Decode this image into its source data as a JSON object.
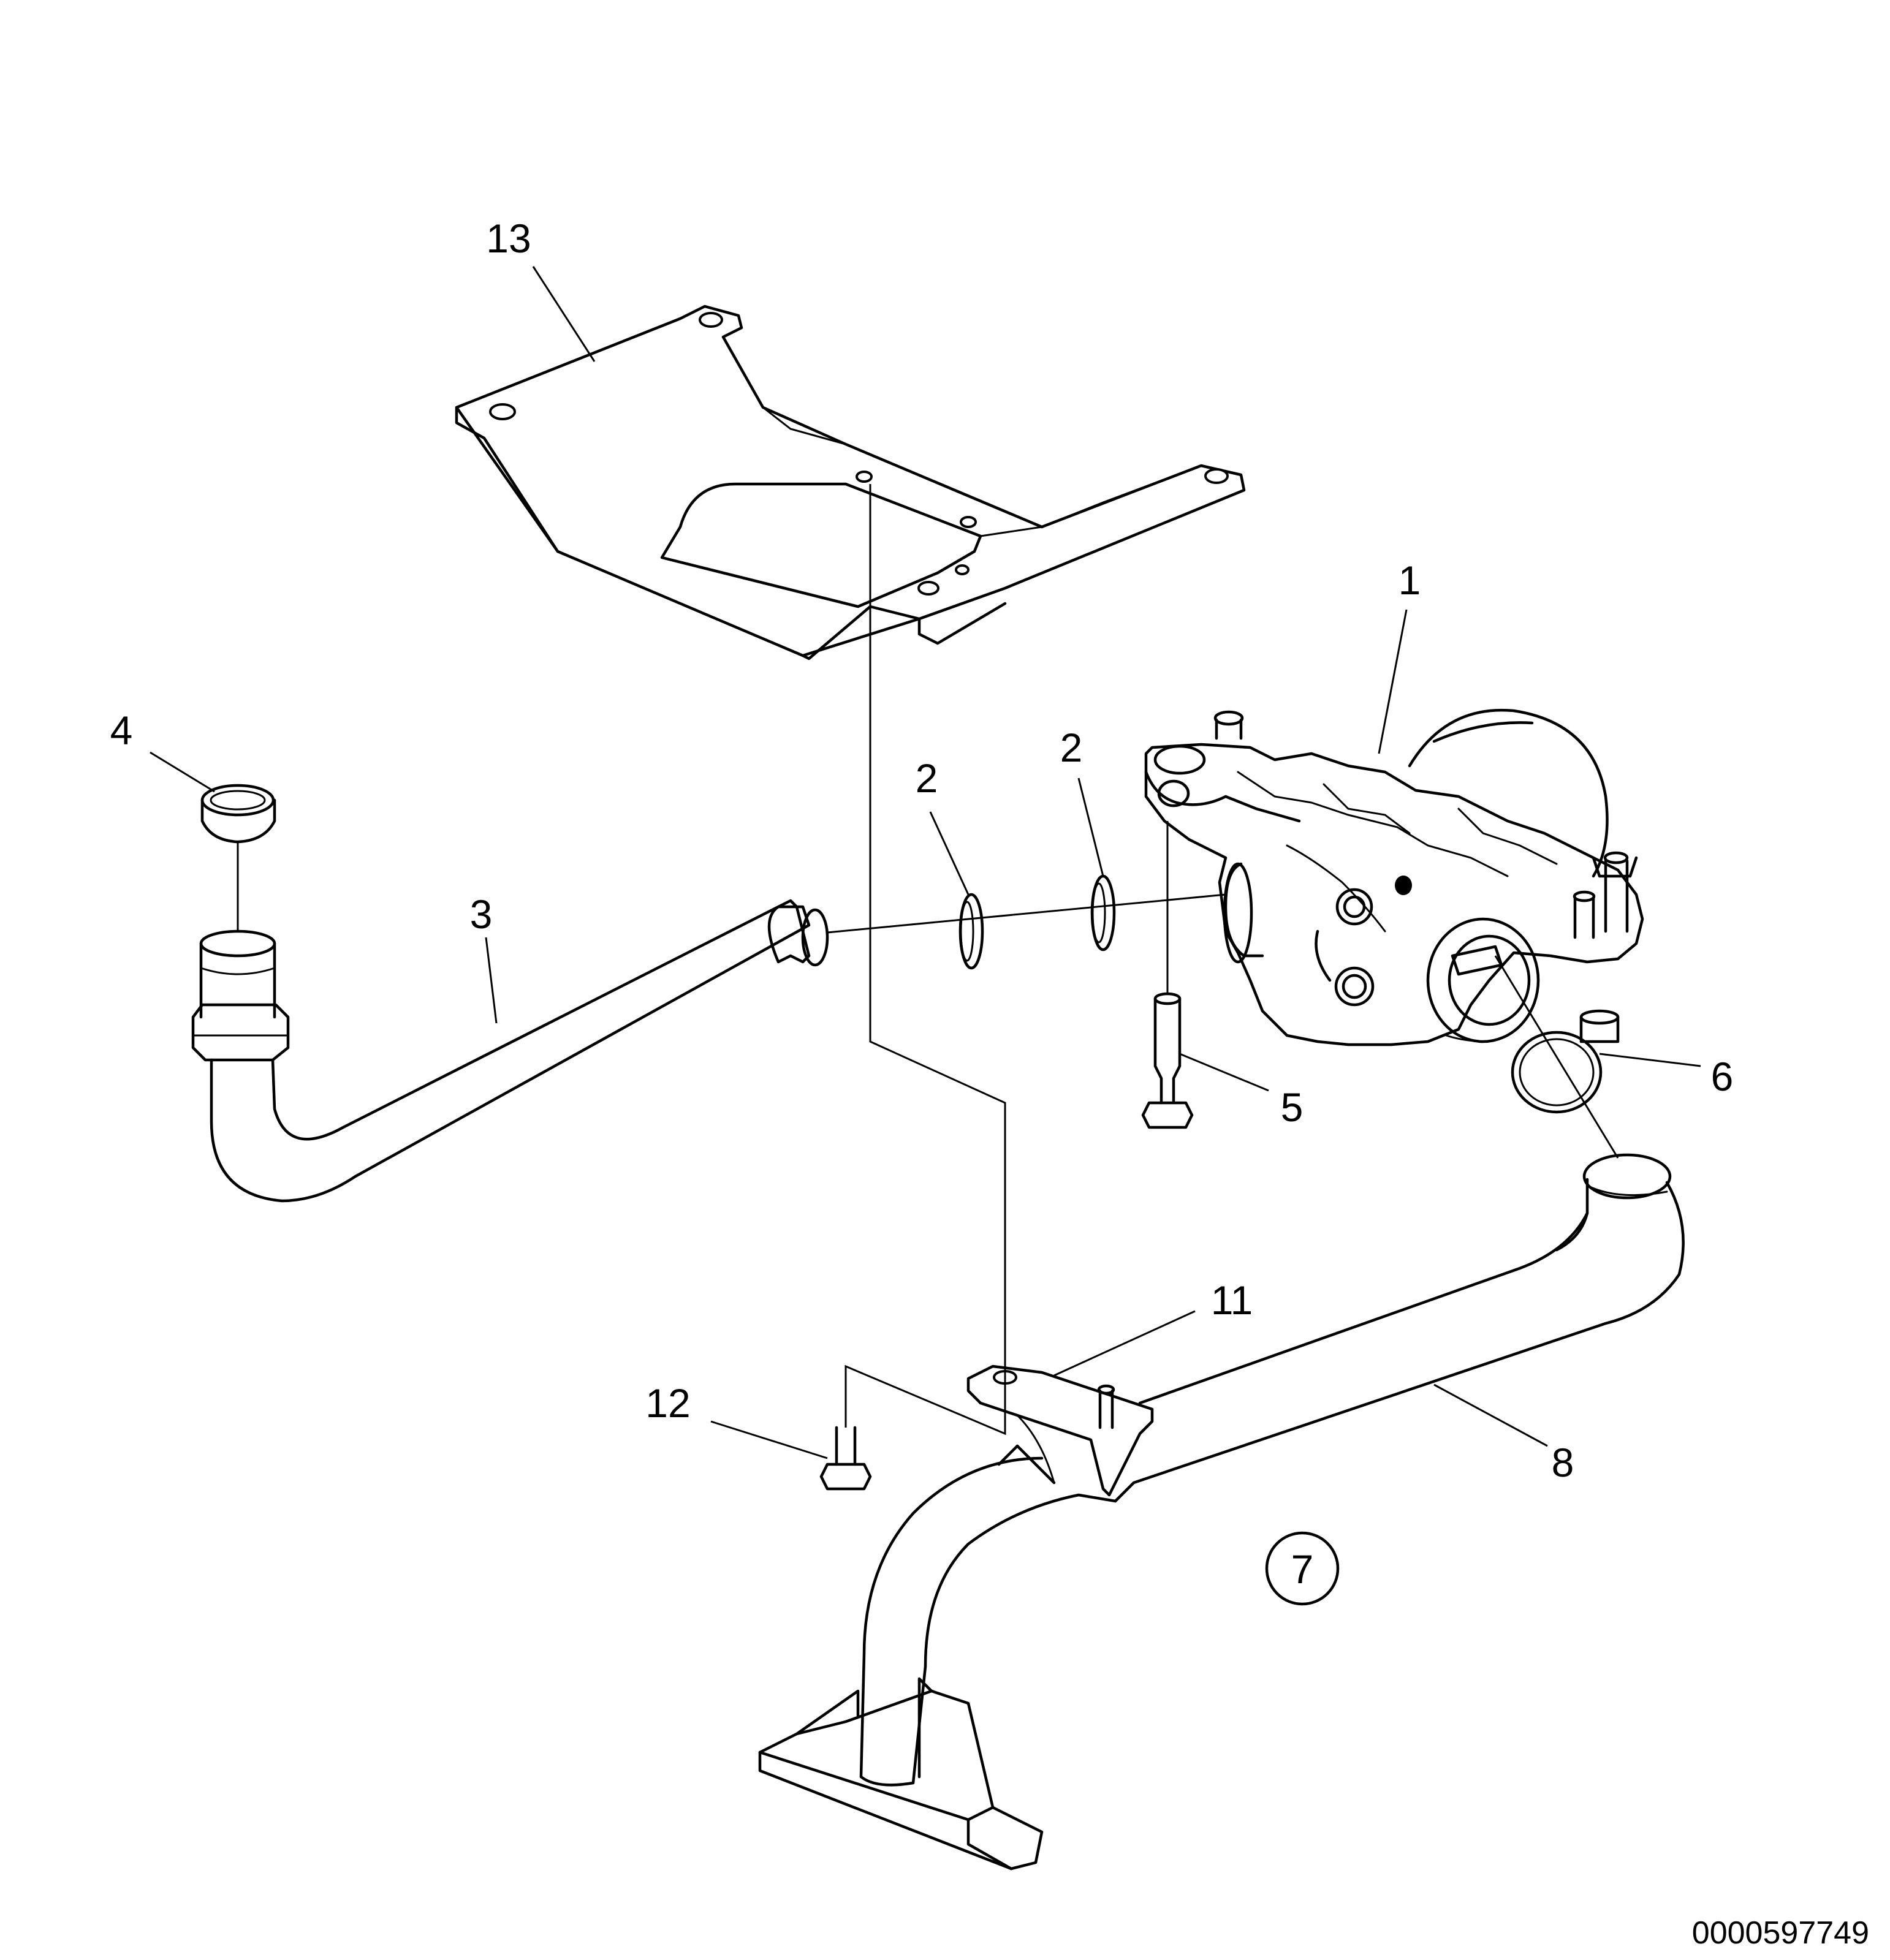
{
  "diagram": {
    "callouts": [
      {
        "id": "c13",
        "label": "13"
      },
      {
        "id": "c1",
        "label": "1"
      },
      {
        "id": "c4",
        "label": "4"
      },
      {
        "id": "c2a",
        "label": "2"
      },
      {
        "id": "c2b",
        "label": "2"
      },
      {
        "id": "c3",
        "label": "3"
      },
      {
        "id": "c6",
        "label": "6"
      },
      {
        "id": "c5",
        "label": "5"
      },
      {
        "id": "c11",
        "label": "11"
      },
      {
        "id": "c12",
        "label": "12"
      },
      {
        "id": "c8",
        "label": "8"
      },
      {
        "id": "c7",
        "label": "7"
      }
    ],
    "document_number": "0000597749"
  }
}
